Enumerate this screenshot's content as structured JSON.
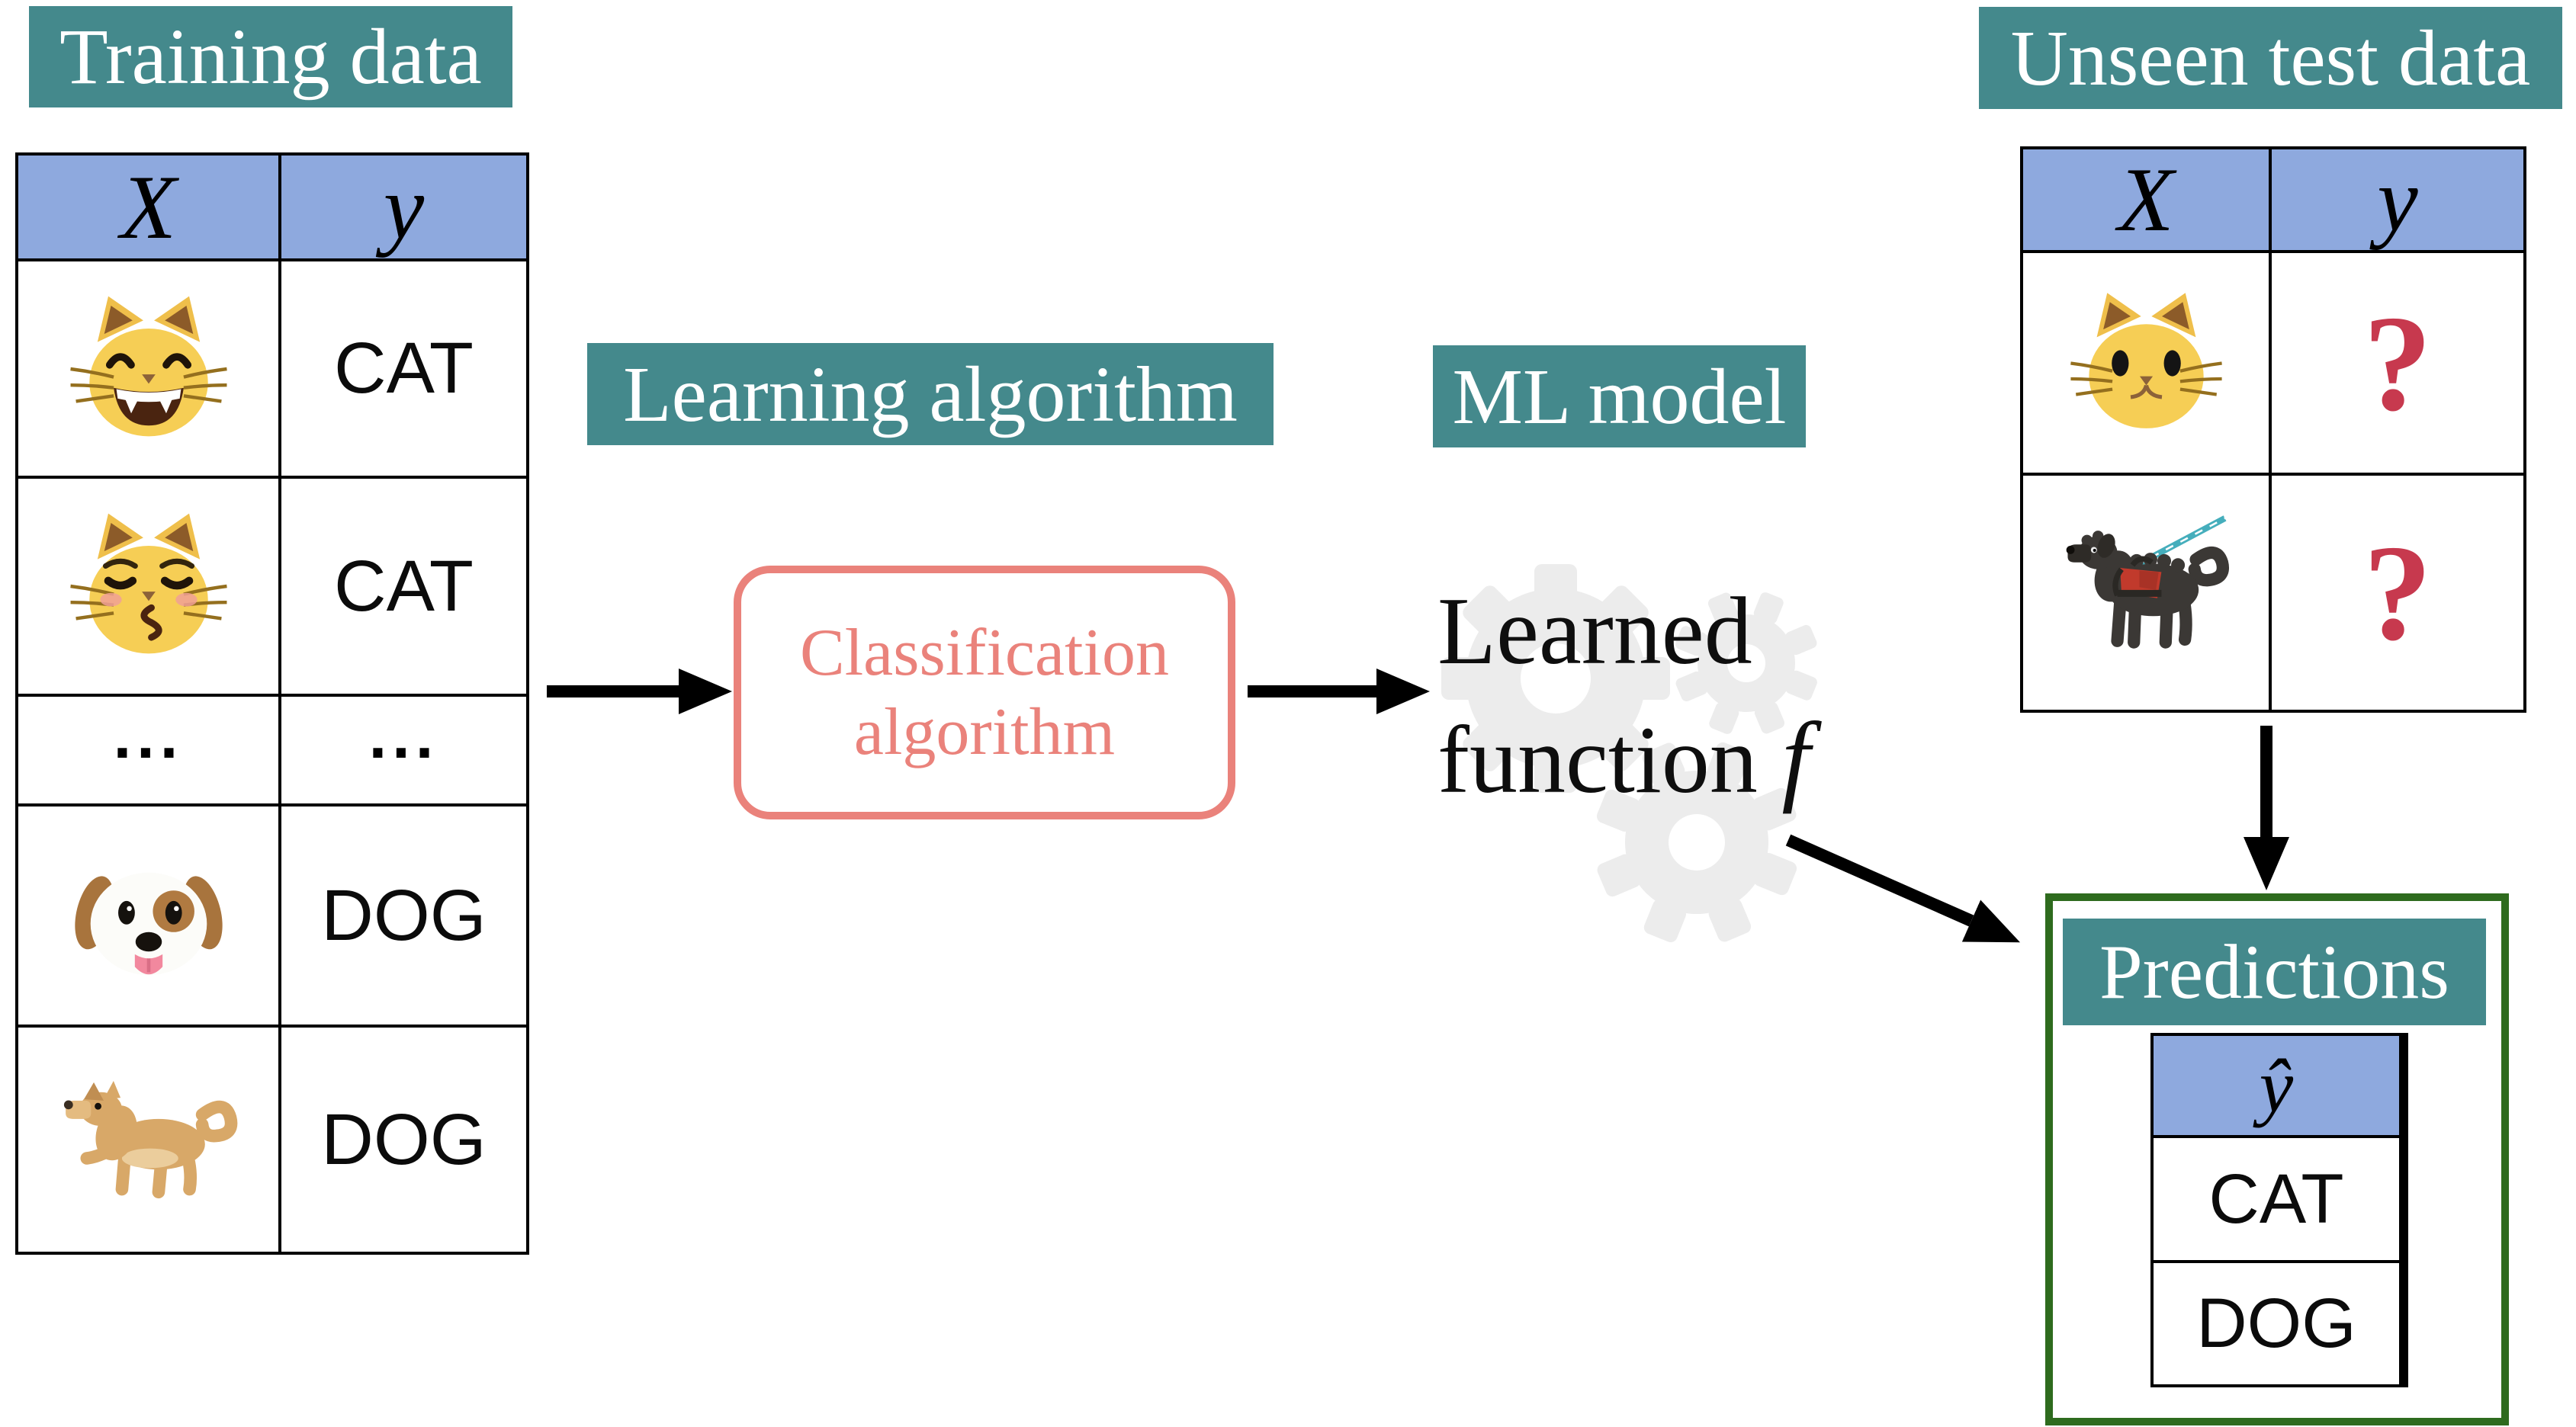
{
  "colors": {
    "teal_label_bg": "#44898C",
    "table_header_blue": "#8EA9DE",
    "salmon_box": "#EA827B",
    "question_mark_red": "#C7394E",
    "predictions_border_green": "#2E6B1E",
    "gear_gray": "#ECECEC",
    "arrow_black": "#000000"
  },
  "training": {
    "title": "Training data",
    "columns": [
      "X",
      "y"
    ],
    "rows": [
      {
        "x_icon": "grinning-cat-emoji",
        "y": "CAT"
      },
      {
        "x_icon": "kissing-cat-emoji",
        "y": "CAT"
      },
      {
        "x": "...",
        "y": "..."
      },
      {
        "x_icon": "dog-face-emoji",
        "y": "DOG"
      },
      {
        "x_icon": "dog-emoji",
        "y": "DOG"
      }
    ]
  },
  "learning": {
    "title": "Learning algorithm",
    "box_line1": "Classification",
    "box_line2": "algorithm"
  },
  "model": {
    "title": "ML model",
    "caption_line1": "Learned",
    "caption_line2": "function ",
    "caption_symbol": "f",
    "watermark_icon": "gears-icon"
  },
  "test": {
    "title": "Unseen test data",
    "columns": [
      "X",
      "y"
    ],
    "rows": [
      {
        "x_icon": "cat-face-emoji",
        "y": "?"
      },
      {
        "x_icon": "service-dog-emoji",
        "y": "?"
      }
    ]
  },
  "predictions": {
    "title": "Predictions",
    "column": "ŷ",
    "rows": [
      "CAT",
      "DOG"
    ]
  }
}
